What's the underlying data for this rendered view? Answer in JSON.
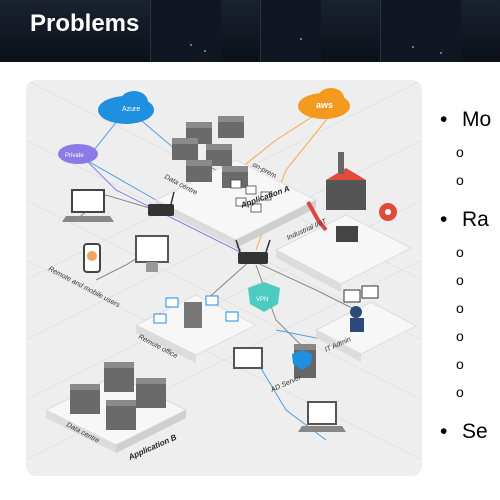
{
  "header": {
    "title": "Problems"
  },
  "diagram": {
    "cloud_azure": "Azure",
    "cloud_aws": "aws",
    "cloud_private": "Private",
    "label_data_centre_a": "Data centre",
    "label_on_prem": "on-prem",
    "label_application_a": "Application A",
    "label_industrial_iiot": "Industrial IIoT",
    "label_remote_mobile": "Remote and mobile users",
    "label_vpn": "VPN",
    "label_remote_office": "Remote office",
    "label_it_admin": "IT Admin",
    "label_ad_server": "AD Server",
    "label_data_centre_b": "Data centre",
    "label_application_b": "Application B",
    "colors": {
      "azure": "#1f8fe0",
      "aws": "#f39a1e",
      "private": "#8c7be6",
      "vpn": "#4ecbc0",
      "orange_line": "#f4a94a",
      "blue_line": "#4aa0e6"
    }
  },
  "bullets": {
    "items": [
      {
        "marker": "•",
        "text": "Mo"
      },
      {
        "marker": "o",
        "text": ""
      },
      {
        "marker": "o",
        "text": ""
      },
      {
        "marker": "•",
        "text": "Ra"
      },
      {
        "marker": "o",
        "text": ""
      },
      {
        "marker": "o",
        "text": ""
      },
      {
        "marker": "o",
        "text": ""
      },
      {
        "marker": "o",
        "text": ""
      },
      {
        "marker": "o",
        "text": ""
      },
      {
        "marker": "o",
        "text": ""
      },
      {
        "marker": "•",
        "text": "Se"
      }
    ]
  }
}
